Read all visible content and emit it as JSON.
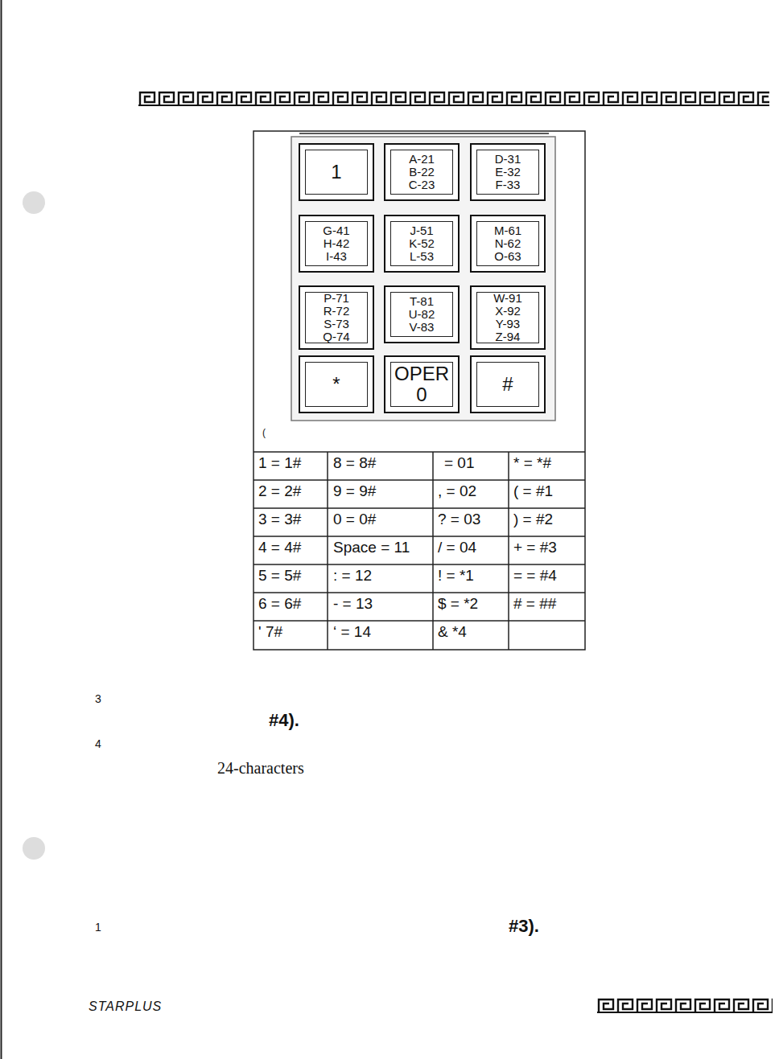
{
  "diagram": {
    "nodes": [
      {
        "text": [
          "1"
        ]
      },
      {
        "text": [
          "A-21",
          "B-22",
          "C-23"
        ]
      },
      {
        "text": [
          "D-31",
          "E-32",
          "F-33"
        ]
      },
      {
        "text": [
          "G-41",
          "H-42",
          "I-43"
        ]
      },
      {
        "text": [
          "J-51",
          "K-52",
          "L-53"
        ]
      },
      {
        "text": [
          "M-61",
          "N-62",
          "O-63"
        ]
      },
      {
        "text": [
          "P-71",
          "R-72",
          "S-73",
          "Q-74"
        ]
      },
      {
        "text": [
          "T-81",
          "U-82",
          "V-83"
        ]
      },
      {
        "text": [
          "W-91",
          "X-92",
          "Y-93",
          "Z-94"
        ]
      },
      {
        "text": [
          "*"
        ]
      },
      {
        "text": [
          "OPER",
          "0"
        ]
      },
      {
        "text": [
          "#"
        ]
      }
    ],
    "labels": [
      "(",
      "1 = 1#",
      "8 = 8#",
      "= 01",
      "* = *#",
      "2 = 2#",
      "9 = 9#",
      ", = 02",
      "( = #1",
      "3 = 3#",
      "0 = 0#",
      "? = 03",
      ") = #2",
      "4 = 4#",
      "Space = 11",
      "/ = 04",
      "+ = #3",
      "5 = 5#",
      ": = 12",
      "! = *1",
      "= = #4",
      "6 = 6#",
      "- = 13",
      "$ = *2",
      "# = ##",
      "' 7#",
      "‘ = 14",
      "& *4",
      "3",
      "#4).",
      "4",
      "24-characters",
      "1",
      "#3).",
      "STARPLUS"
    ]
  }
}
